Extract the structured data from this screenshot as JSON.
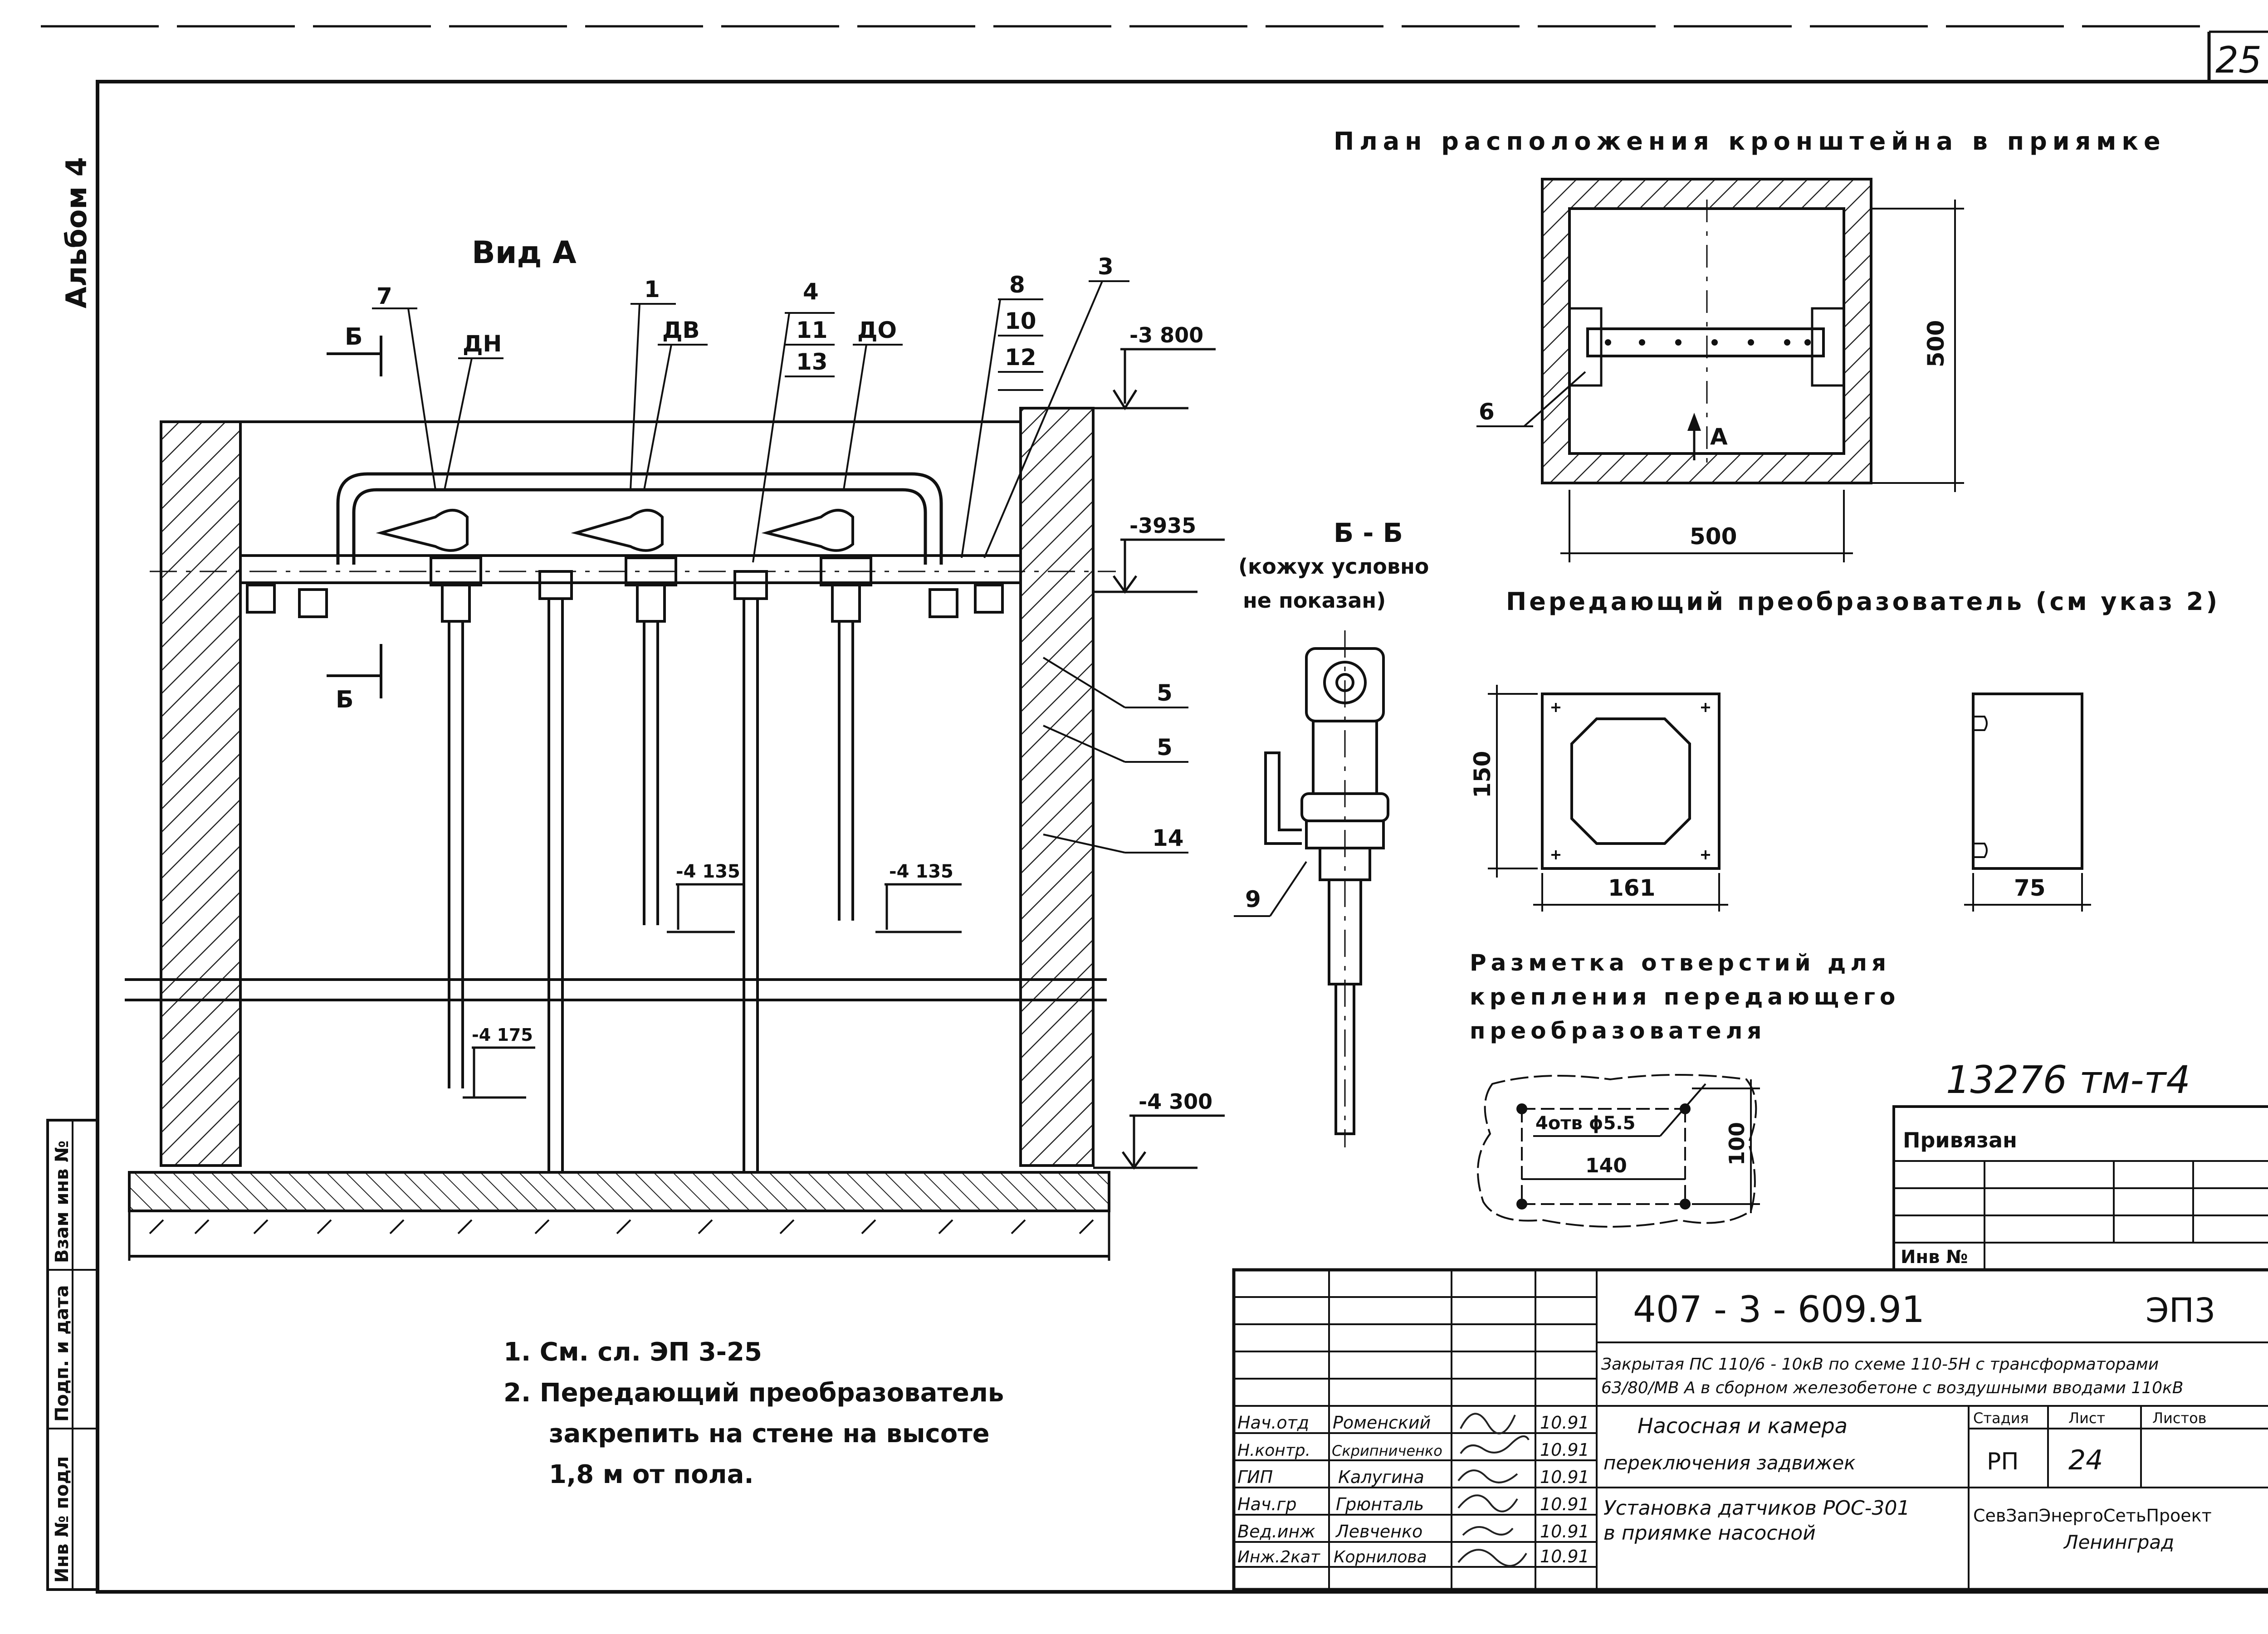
{
  "sheet": {
    "page_number": "25",
    "album_label": "Альбом 4",
    "archive_number": "13276 тм-т4"
  },
  "view_a": {
    "title": "Вид А",
    "section_mark": "Б",
    "sensor_labels": [
      "ДН",
      "ДВ",
      "ДО"
    ],
    "callouts": [
      "7",
      "1",
      "4",
      "11",
      "13",
      "8",
      "10",
      "12",
      "3",
      "5",
      "5",
      "14"
    ],
    "levels": [
      "-3 800",
      "-3935",
      "-4 135",
      "-4 135",
      "-4 175",
      "-4 300"
    ]
  },
  "plan": {
    "title": "План расположения кронштейна в приямке",
    "callout": "6",
    "arrow_label": "А",
    "dim_width": "500",
    "dim_height": "500"
  },
  "section_bb": {
    "title": "Б - Б",
    "note_line1": "(кожух условно",
    "note_line2": "не показан)",
    "callout": "9"
  },
  "transducer": {
    "title": "Передающий преобразователь (см указ 2)",
    "dim_height": "150",
    "dim_width": "161",
    "dim_depth": "75"
  },
  "holes": {
    "title_line1": "Разметка отверстий для",
    "title_line2": "крепления передающего",
    "title_line3": "преобразователя",
    "hole_note": "4отв ϕ5.5",
    "dim_width": "140",
    "dim_height": "100"
  },
  "notes": {
    "n1": "1.  См. сл.  ЭП 3-25",
    "n2_line1": "2.  Передающий   преобразователь",
    "n2_line2": "закрепить  на  стене  на  высоте",
    "n2_line3": "1,8 м  от  пола."
  },
  "side_stamp": {
    "c1": "Инв № подл",
    "c2": "Подп. и дата",
    "c3": "Взам инв №"
  },
  "privyazan": {
    "label": "Привязан",
    "inv": "Инв №"
  },
  "title_block": {
    "code": "407 - 3 - 609.91",
    "sheet_code": "ЭП3",
    "project_line1": "Закрытая ПС 110/6 - 10кВ по схеме 110-5Н с трансформаторами",
    "project_line2": "63/80/МВ А в сборном железобетоне с воздушными вводами 110кВ",
    "building_line1": "Насосная  и  камера",
    "building_line2": "переключения  задвижек",
    "drawing_line1": "Установка  датчиков  РОС-301",
    "drawing_line2": "в приямке  насосной",
    "stage_header": "Стадия",
    "sheet_header": "Лист",
    "sheets_header": "Листов",
    "stage": "РП",
    "sheet": "24",
    "org_line1": "СевЗапЭнергоСетьПроект",
    "org_line2": "Ленинград",
    "staff": [
      {
        "role": "Нач.отд",
        "name": "Роменский",
        "date": "10.91"
      },
      {
        "role": "Н.контр.",
        "name": "Скрипниченко",
        "date": "10.91"
      },
      {
        "role": "ГИП",
        "name": "Калугина",
        "date": "10.91"
      },
      {
        "role": "Нач.гр",
        "name": "Грюнталь",
        "date": "10.91"
      },
      {
        "role": "Вед.инж",
        "name": "Левченко",
        "date": "10.91"
      },
      {
        "role": "Инж.2кат",
        "name": "Корнилова",
        "date": "10.91"
      }
    ]
  }
}
